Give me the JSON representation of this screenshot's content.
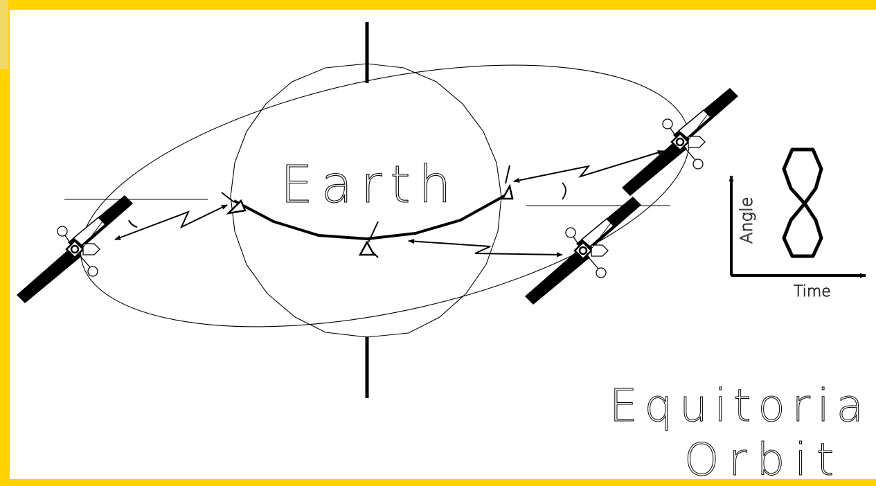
{
  "labels": {
    "earth": "Earth",
    "title_line1": "Equitoria",
    "title_line2": "Orbit",
    "axis_y": "Angle",
    "axis_x": "Time"
  },
  "colors": {
    "frame": "#FFD200",
    "ink": "#000000",
    "background": "#FFFFFF"
  },
  "icons": {
    "satellite": "satellite-icon",
    "ground_station": "ground-station-icon",
    "figure_eight": "figure-eight-analemma-icon"
  }
}
